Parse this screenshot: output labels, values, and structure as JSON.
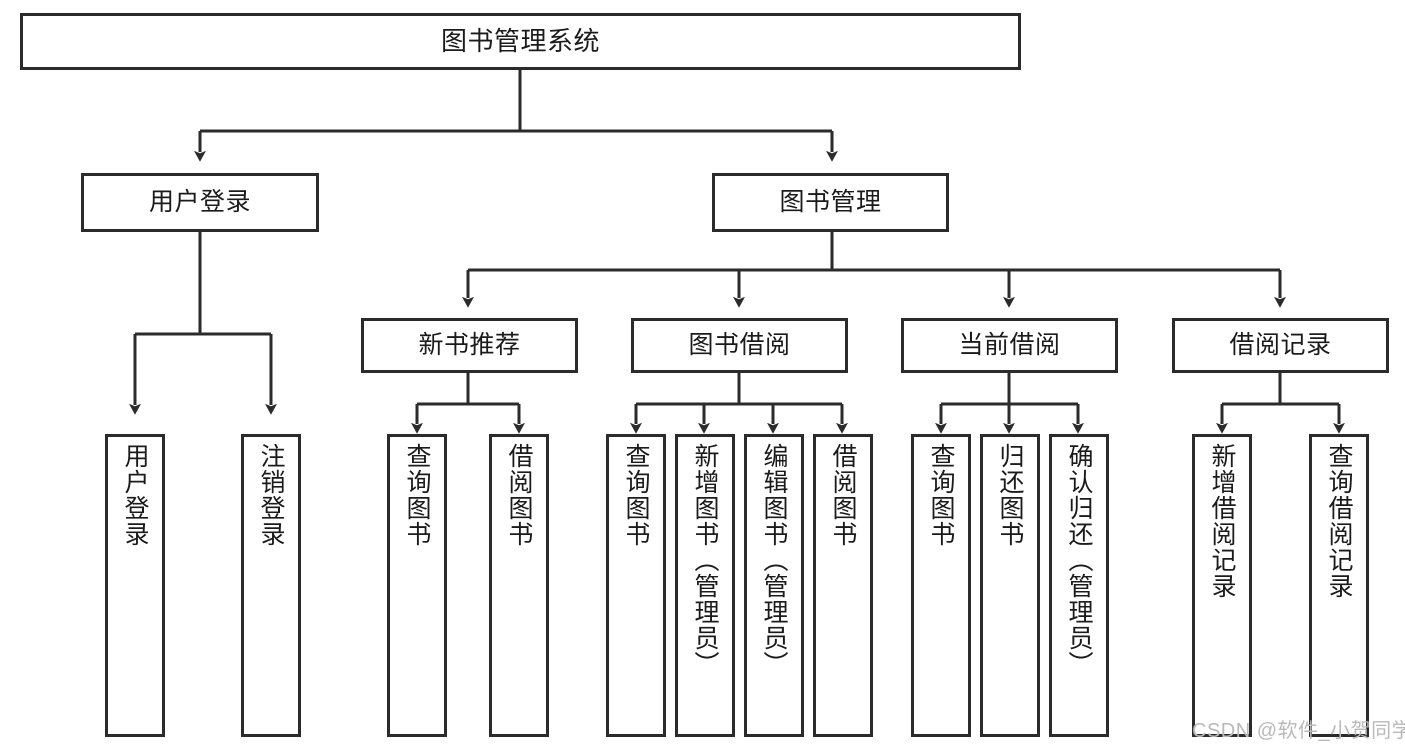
{
  "diagram": {
    "type": "tree",
    "title": "图书管理系统",
    "orientation": "top-down",
    "colors": {
      "node_border": "#2b2b2b",
      "node_fill": "#ffffff",
      "connector": "#2b2b2b",
      "watermark": "#b9b9b9",
      "background": "#ffffff"
    },
    "watermark": "CSDN @软件_小贺同学",
    "levels": {
      "level0": [
        "图书管理系统"
      ],
      "level1": [
        "用户登录",
        "图书管理"
      ],
      "level2": [
        "新书推荐",
        "图书借阅",
        "当前借阅",
        "借阅记录"
      ],
      "level3": [
        "用户登录",
        "注销登录",
        "查询图书",
        "借阅图书",
        "查询图书",
        "新增图书（管理员）",
        "编辑图书（管理员）",
        "借阅图书",
        "查询图书",
        "归还图书",
        "确认归还（管理员）",
        "新增借阅记录",
        "查询借阅记录"
      ]
    },
    "nodes": {
      "root": {
        "label": "图书管理系统"
      },
      "user_login": {
        "label": "用户登录"
      },
      "book_manage": {
        "label": "图书管理"
      },
      "new_book_rec": {
        "label": "新书推荐"
      },
      "book_borrow": {
        "label": "图书借阅"
      },
      "current_borrow": {
        "label": "当前借阅"
      },
      "borrow_record": {
        "label": "借阅记录"
      },
      "leaf_user_login": {
        "label": "用户登录"
      },
      "leaf_logout": {
        "label": "注销登录"
      },
      "leaf_query_book_a": {
        "label": "查询图书"
      },
      "leaf_borrow_book_a": {
        "label": "借阅图书"
      },
      "leaf_query_book_b": {
        "label": "查询图书"
      },
      "leaf_add_book": {
        "label": "新增图书（管理员）"
      },
      "leaf_edit_book": {
        "label": "编辑图书（管理员）"
      },
      "leaf_borrow_book_b": {
        "label": "借阅图书"
      },
      "leaf_query_book_c": {
        "label": "查询图书"
      },
      "leaf_return_book": {
        "label": "归还图书"
      },
      "leaf_confirm_return": {
        "label": "确认归还（管理员）"
      },
      "leaf_add_record": {
        "label": "新增借阅记录"
      },
      "leaf_query_record": {
        "label": "查询借阅记录"
      }
    },
    "edges": [
      {
        "from": "root",
        "to": "user_login"
      },
      {
        "from": "root",
        "to": "book_manage"
      },
      {
        "from": "user_login",
        "to": "leaf_user_login"
      },
      {
        "from": "user_login",
        "to": "leaf_logout"
      },
      {
        "from": "book_manage",
        "to": "new_book_rec"
      },
      {
        "from": "book_manage",
        "to": "book_borrow"
      },
      {
        "from": "book_manage",
        "to": "current_borrow"
      },
      {
        "from": "book_manage",
        "to": "borrow_record"
      },
      {
        "from": "new_book_rec",
        "to": "leaf_query_book_a"
      },
      {
        "from": "new_book_rec",
        "to": "leaf_borrow_book_a"
      },
      {
        "from": "book_borrow",
        "to": "leaf_query_book_b"
      },
      {
        "from": "book_borrow",
        "to": "leaf_add_book"
      },
      {
        "from": "book_borrow",
        "to": "leaf_edit_book"
      },
      {
        "from": "book_borrow",
        "to": "leaf_borrow_book_b"
      },
      {
        "from": "current_borrow",
        "to": "leaf_query_book_c"
      },
      {
        "from": "current_borrow",
        "to": "leaf_return_book"
      },
      {
        "from": "current_borrow",
        "to": "leaf_confirm_return"
      },
      {
        "from": "borrow_record",
        "to": "leaf_add_record"
      },
      {
        "from": "borrow_record",
        "to": "leaf_query_record"
      }
    ]
  }
}
